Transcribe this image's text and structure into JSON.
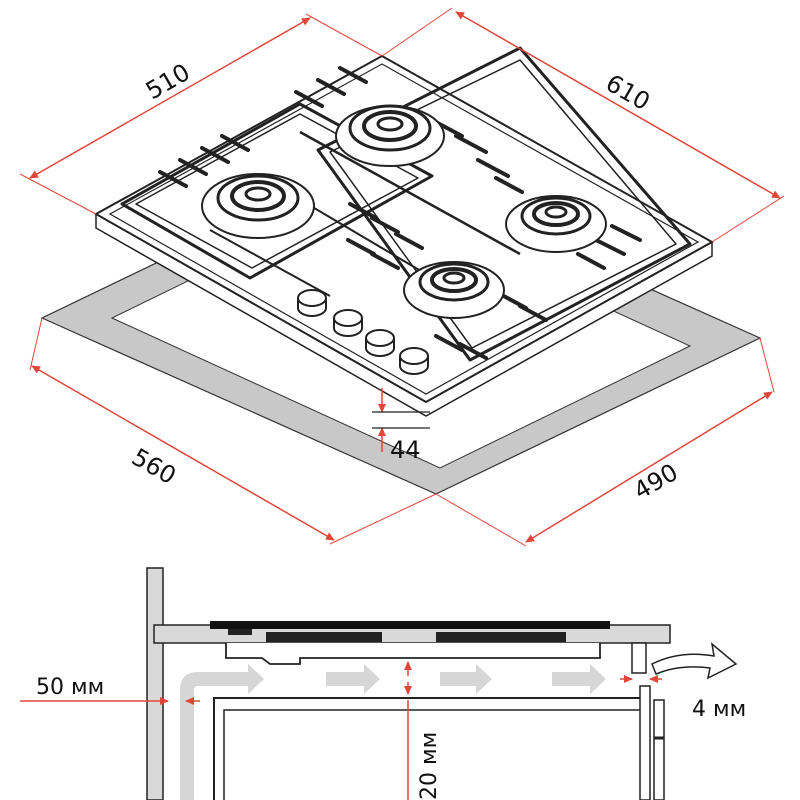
{
  "dimensions": {
    "width_top": "510",
    "depth_top": "610",
    "cutout_width": "560",
    "cutout_depth": "490",
    "height": "44"
  },
  "section": {
    "gap_left": "50 мм",
    "gap_right": "4 мм",
    "min_clearance": "20 мм"
  },
  "colors": {
    "dimension_line": "#e0463a",
    "cutout_fill": "#c8c8c8",
    "arrow_gray": "#d6d6d6",
    "countertop": "#d9d9d9"
  }
}
